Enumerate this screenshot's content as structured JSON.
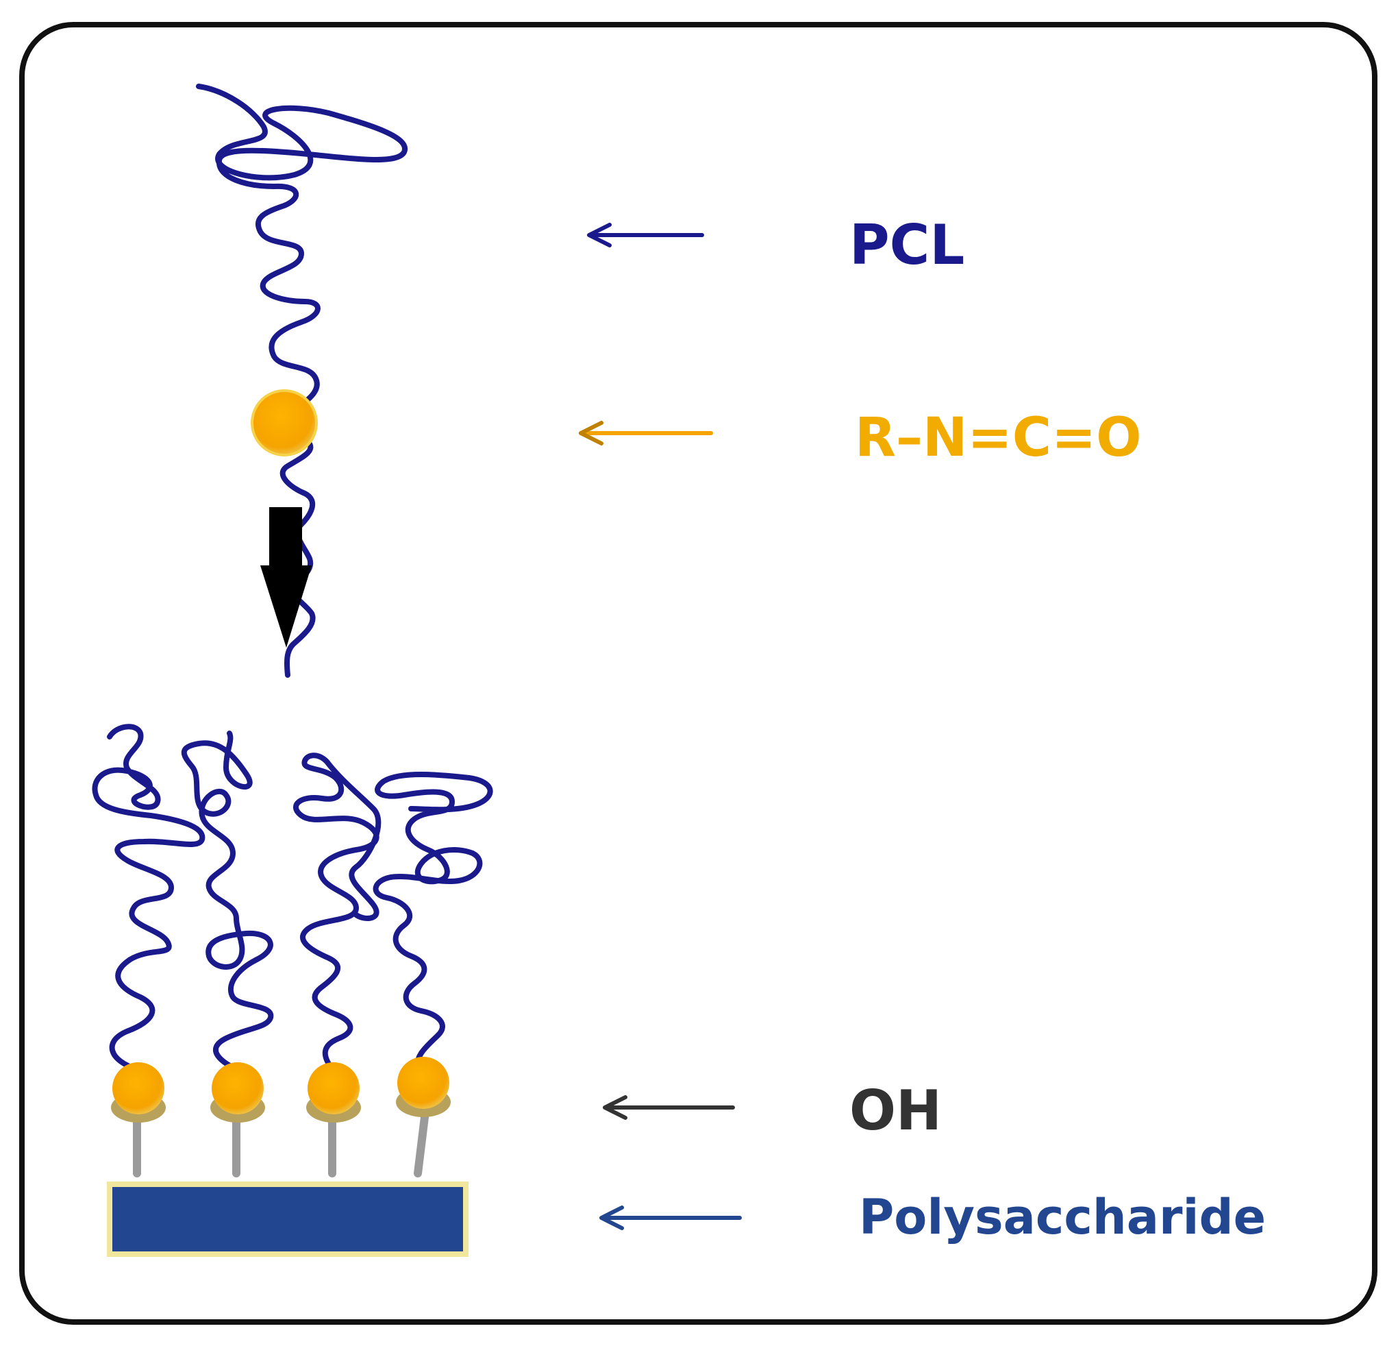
{
  "labels": {
    "pcl": "PCL",
    "isocyanate": "R–N=C=O",
    "hydroxyl": "OH",
    "polysaccharide": "Polysaccharide"
  },
  "colors": {
    "pcl": "#1a1a8c",
    "isocyanate": "#f5a300",
    "isocyanate_text": "#f2ac00",
    "hydroxyl": "#333333",
    "polysaccharide": "#22468f",
    "frame": "#111111",
    "reaction_arrow": "#000000",
    "linker": "#9a9a9a",
    "oh_cap": "#b8a15a",
    "substrate_border": "#f0e69c"
  }
}
